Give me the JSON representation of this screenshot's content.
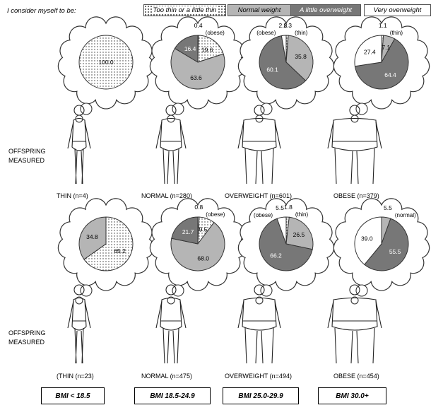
{
  "legend": {
    "title": "I consider myself to be:",
    "items": [
      {
        "label": "Too thin or a little thin",
        "key": "thin"
      },
      {
        "label": "Normal weight",
        "key": "normal"
      },
      {
        "label": "A little overweight",
        "key": "little_overweight"
      },
      {
        "label": "Very overweight",
        "key": "very_overweight"
      }
    ]
  },
  "rows": [
    {
      "label_line1": "OFFSPRING",
      "label_line2": "MEASURED"
    },
    {
      "label_line1": "OFFSPRING",
      "label_line2": "MEASURED"
    }
  ],
  "bmi_labels": [
    "BMI < 18.5",
    "BMI 18.5-24.9",
    "BMI 25.0-29.9",
    "BMI 30.0+"
  ],
  "colors": {
    "thin": "#ffffff",
    "normal": "#b5b5b5",
    "little_overweight": "#777777",
    "very_overweight": "#ffffff"
  },
  "chart_data": [
    {
      "type": "pie",
      "row": 0,
      "col": 0,
      "group_label": "THIN (n=4)",
      "slices": [
        {
          "category": "thin",
          "value": 100.0,
          "label": "100.0"
        }
      ]
    },
    {
      "type": "pie",
      "row": 0,
      "col": 1,
      "group_label": "NORMAL  (n=280)",
      "slices": [
        {
          "category": "very_overweight",
          "value": 0.4,
          "label": "0.4",
          "note": "(obese)"
        },
        {
          "category": "thin",
          "value": 19.6,
          "label": "19.6"
        },
        {
          "category": "normal",
          "value": 63.6,
          "label": "63.6"
        },
        {
          "category": "little_overweight",
          "value": 16.4,
          "label": "16.4"
        }
      ]
    },
    {
      "type": "pie",
      "row": 0,
      "col": 2,
      "group_label": "OVERWEIGHT (n=601)",
      "slices": [
        {
          "category": "thin",
          "value": 1.3,
          "label": "1.3",
          "note": "(thin)"
        },
        {
          "category": "normal",
          "value": 35.8,
          "label": "35.8"
        },
        {
          "category": "little_overweight",
          "value": 60.1,
          "label": "60.1"
        },
        {
          "category": "very_overweight",
          "value": 2.8,
          "label": "2.8",
          "note": "(obese)"
        }
      ]
    },
    {
      "type": "pie",
      "row": 0,
      "col": 3,
      "group_label": "OBESE (n=379)",
      "slices": [
        {
          "category": "thin",
          "value": 1.1,
          "label": "1.1",
          "note": "(thin)"
        },
        {
          "category": "normal",
          "value": 7.1,
          "label": "7.1"
        },
        {
          "category": "little_overweight",
          "value": 64.4,
          "label": "64.4"
        },
        {
          "category": "very_overweight",
          "value": 27.4,
          "label": "27.4"
        }
      ]
    },
    {
      "type": "pie",
      "row": 1,
      "col": 0,
      "group_label": "(THIN (n=23)",
      "slices": [
        {
          "category": "thin",
          "value": 65.2,
          "label": "65.2"
        },
        {
          "category": "normal",
          "value": 34.8,
          "label": "34.8"
        }
      ]
    },
    {
      "type": "pie",
      "row": 1,
      "col": 1,
      "group_label": "NORMAL  (n=475)",
      "slices": [
        {
          "category": "very_overweight",
          "value": 0.8,
          "label": "0.8",
          "note": "(obese)"
        },
        {
          "category": "thin",
          "value": 9.5,
          "label": "9.5"
        },
        {
          "category": "normal",
          "value": 68.0,
          "label": "68.0"
        },
        {
          "category": "little_overweight",
          "value": 21.7,
          "label": "21.7"
        }
      ]
    },
    {
      "type": "pie",
      "row": 1,
      "col": 2,
      "group_label": "OVERWEIGHT (n=494)",
      "slices": [
        {
          "category": "thin",
          "value": 1.8,
          "label": "1.8",
          "note": "(thin)"
        },
        {
          "category": "normal",
          "value": 26.5,
          "label": "26.5"
        },
        {
          "category": "little_overweight",
          "value": 66.2,
          "label": "66.2"
        },
        {
          "category": "very_overweight",
          "value": 5.5,
          "label": "5.5",
          "note": "(obese)"
        }
      ]
    },
    {
      "type": "pie",
      "row": 1,
      "col": 3,
      "group_label": "OBESE (n=454)",
      "slices": [
        {
          "category": "normal",
          "value": 5.5,
          "label": "5.5",
          "note": "(normal)"
        },
        {
          "category": "little_overweight",
          "value": 55.5,
          "label": "55.5"
        },
        {
          "category": "very_overweight",
          "value": 39.0,
          "label": "39.0"
        }
      ]
    }
  ]
}
